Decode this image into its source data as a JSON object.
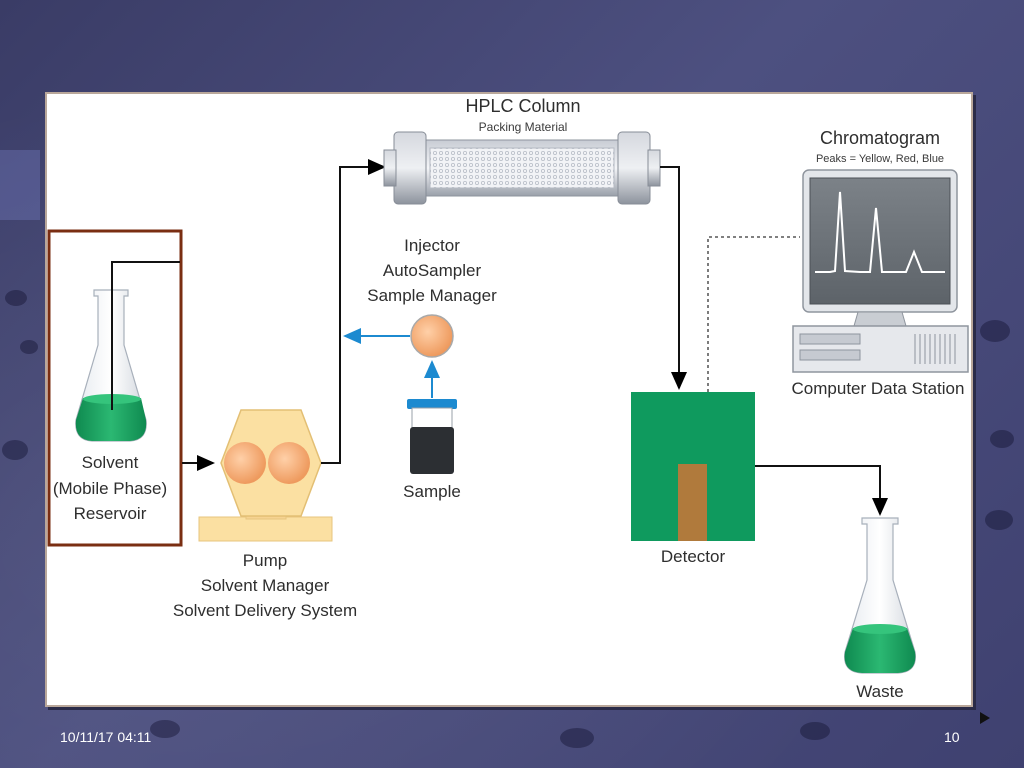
{
  "footer": {
    "date": "10/11/17 04:11",
    "page": "10"
  },
  "diagram": {
    "column_title": "HPLC Column",
    "column_subtitle": "Packing Material",
    "chromatogram_title": "Chromatogram",
    "chromatogram_subtitle": "Peaks = Yellow, Red, Blue",
    "injector_lines": [
      "Injector",
      "AutoSampler",
      "Sample Manager"
    ],
    "solvent_lines": [
      "Solvent",
      "(Mobile Phase)",
      "Reservoir"
    ],
    "pump_lines": [
      "Pump",
      "Solvent Manager",
      "Solvent Delivery System"
    ],
    "sample_label": "Sample",
    "detector_label": "Detector",
    "computer_label": "Computer Data Station",
    "waste_label": "Waste"
  },
  "colors": {
    "solvent_green": "#149a5c",
    "detector_green": "#0f9a5e",
    "sample_circle": "#f2ae7a",
    "pump_body": "#fbe0a2",
    "reservoir_border": "#7a2e12",
    "arrow_blue": "#1c8ad0"
  }
}
